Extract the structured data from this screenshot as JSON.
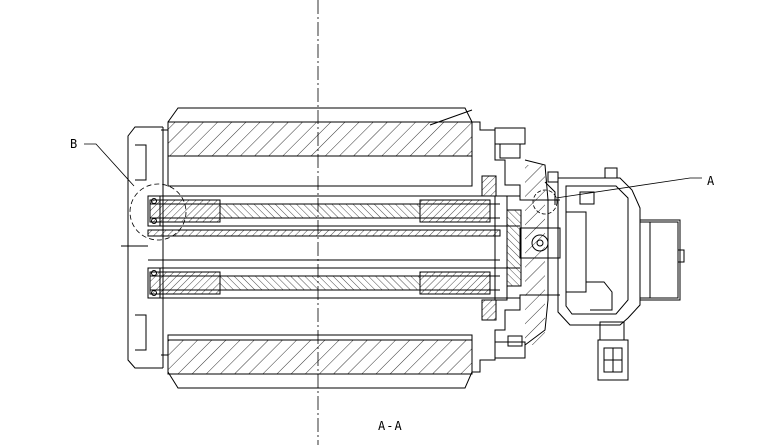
{
  "labels": {
    "detail_b": "B",
    "detail_a": "A",
    "section_title": "A-A"
  }
}
